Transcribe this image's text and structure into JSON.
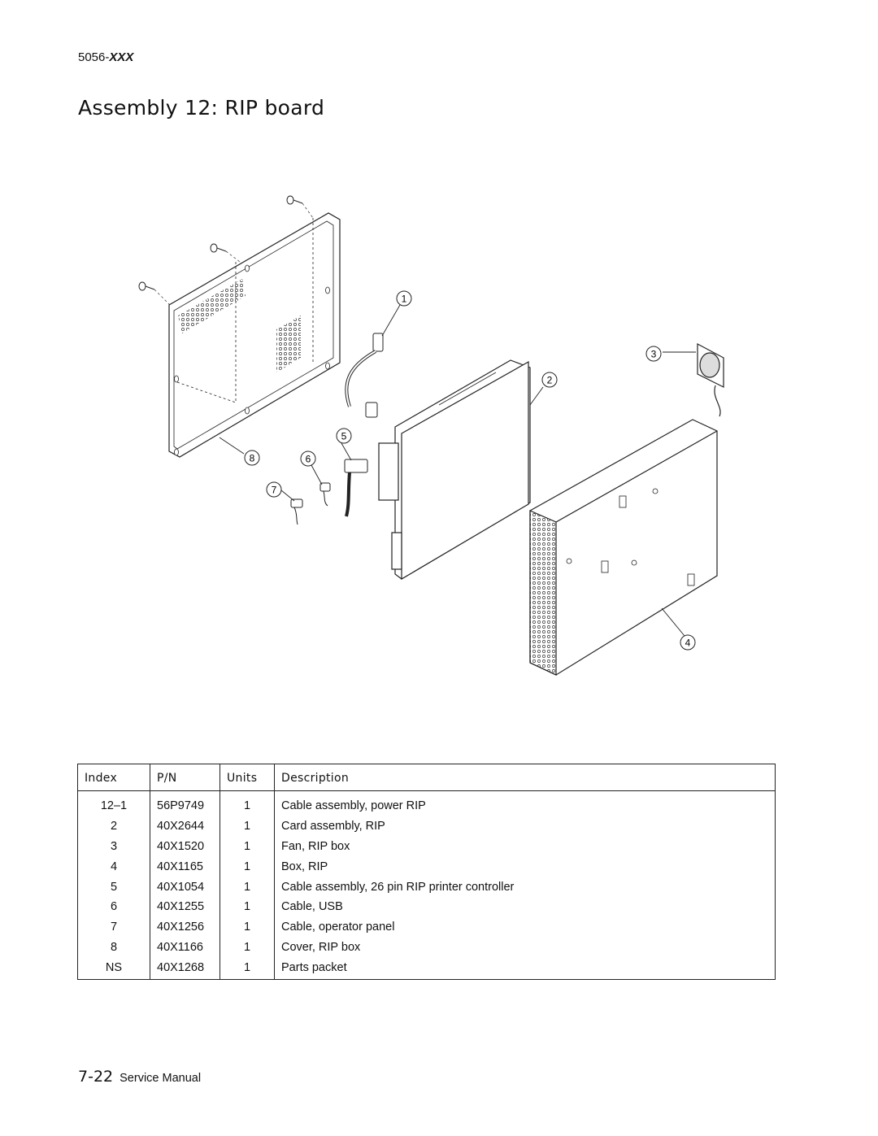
{
  "header": {
    "model_prefix": "5056-",
    "model_suffix": "XXX"
  },
  "title": "Assembly 12: RIP board",
  "figure": {
    "callouts": [
      "1",
      "2",
      "3",
      "4",
      "5",
      "6",
      "7",
      "8"
    ]
  },
  "table": {
    "headers": {
      "index": "Index",
      "pn": "P/N",
      "units": "Units",
      "description": "Description"
    },
    "rows": [
      {
        "index": "12–1",
        "pn": "56P9749",
        "units": "1",
        "description": "Cable assembly, power RIP"
      },
      {
        "index": "2",
        "pn": "40X2644",
        "units": "1",
        "description": "Card assembly, RIP"
      },
      {
        "index": "3",
        "pn": "40X1520",
        "units": "1",
        "description": "Fan, RIP box"
      },
      {
        "index": "4",
        "pn": "40X1165",
        "units": "1",
        "description": "Box, RIP"
      },
      {
        "index": "5",
        "pn": "40X1054",
        "units": "1",
        "description": "Cable assembly, 26 pin RIP printer controller"
      },
      {
        "index": "6",
        "pn": "40X1255",
        "units": "1",
        "description": "Cable, USB"
      },
      {
        "index": "7",
        "pn": "40X1256",
        "units": "1",
        "description": "Cable, operator panel"
      },
      {
        "index": "8",
        "pn": "40X1166",
        "units": "1",
        "description": "Cover, RIP box"
      },
      {
        "index": "NS",
        "pn": "40X1268",
        "units": "1",
        "description": "Parts packet"
      }
    ]
  },
  "footer": {
    "page_number": "7-22",
    "manual_title": "Service Manual"
  }
}
